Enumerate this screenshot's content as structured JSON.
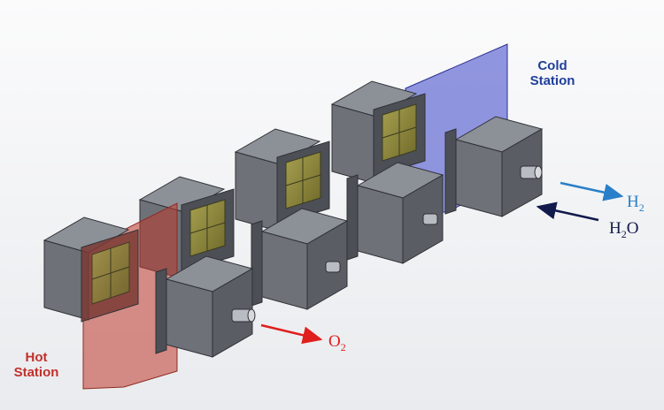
{
  "labels": {
    "cold_station": {
      "line1": "Cold",
      "line2": "Station"
    },
    "hot_station": {
      "line1": "Hot",
      "line2": "Station"
    },
    "h2": {
      "base": "H",
      "sub": "2"
    },
    "h2o": {
      "base": "H",
      "sub": "2",
      "tail": "O"
    },
    "o2": {
      "base": "O",
      "sub": "2"
    }
  },
  "colors": {
    "background": "#f2f3f5",
    "floor": "#e6e8ec",
    "cube_front": "#6e7178",
    "cube_right": "#5a5d63",
    "cube_top": "#8c9097",
    "cube_edge": "#2f3136",
    "frame": "#4c4f55",
    "membrane": "#8f8a3a",
    "hot_station_panel": "#c0392b",
    "cold_station_panel": "#3a44c8",
    "cold_label": "#1f3f9a",
    "hot_label": "#c0302a",
    "h2_color": "#2a7fc8",
    "h2o_color": "#111a4a",
    "o2_color": "#e01e1e"
  },
  "icons": {
    "h2_arrow": "arrow-right-icon",
    "h2o_arrow": "arrow-left-icon",
    "o2_arrow": "arrow-right-icon"
  }
}
